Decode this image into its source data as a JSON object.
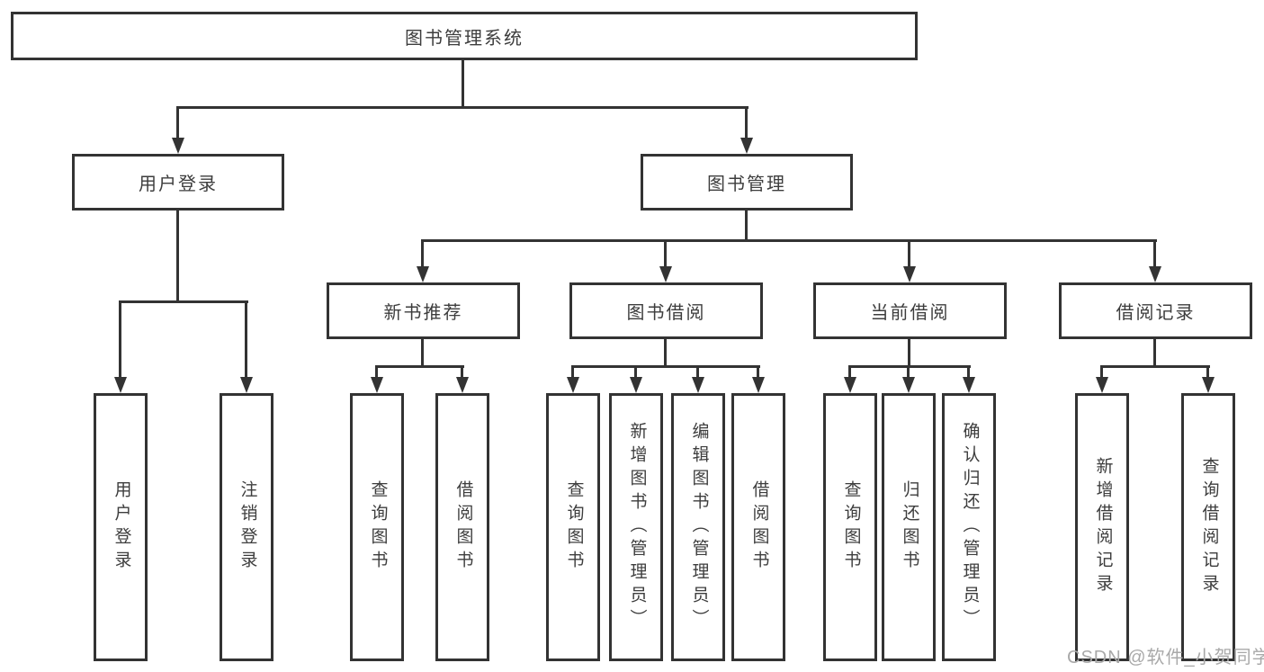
{
  "diagram": {
    "root": {
      "label": "图书管理系统"
    },
    "branches": [
      {
        "id": "user-login",
        "label": "用户登录",
        "children": [
          {
            "label": "用户登录"
          },
          {
            "label": "注销登录"
          }
        ]
      },
      {
        "id": "book-management",
        "label": "图书管理",
        "children": [
          {
            "id": "new-book-recommendation",
            "label": "新书推荐",
            "children": [
              {
                "label": "查询图书"
              },
              {
                "label": "借阅图书"
              }
            ]
          },
          {
            "id": "book-borrowing",
            "label": "图书借阅",
            "children": [
              {
                "label": "查询图书"
              },
              {
                "label": "新增图书（管理员）"
              },
              {
                "label": "编辑图书（管理员）"
              },
              {
                "label": "借阅图书"
              }
            ]
          },
          {
            "id": "current-borrowing",
            "label": "当前借阅",
            "children": [
              {
                "label": "查询图书"
              },
              {
                "label": "归还图书"
              },
              {
                "label": "确认归还（管理员）"
              }
            ]
          },
          {
            "id": "borrowing-records",
            "label": "借阅记录",
            "children": [
              {
                "label": "新增借阅记录"
              },
              {
                "label": "查询借阅记录"
              }
            ]
          }
        ]
      }
    ]
  },
  "colors": {
    "line": "#333333",
    "border": "#333333",
    "text": "#3d3d3d",
    "background": "#ffffff",
    "watermark": "#a9a9a9"
  },
  "watermark": {
    "text": "CSDN @软件_小贺同学"
  }
}
